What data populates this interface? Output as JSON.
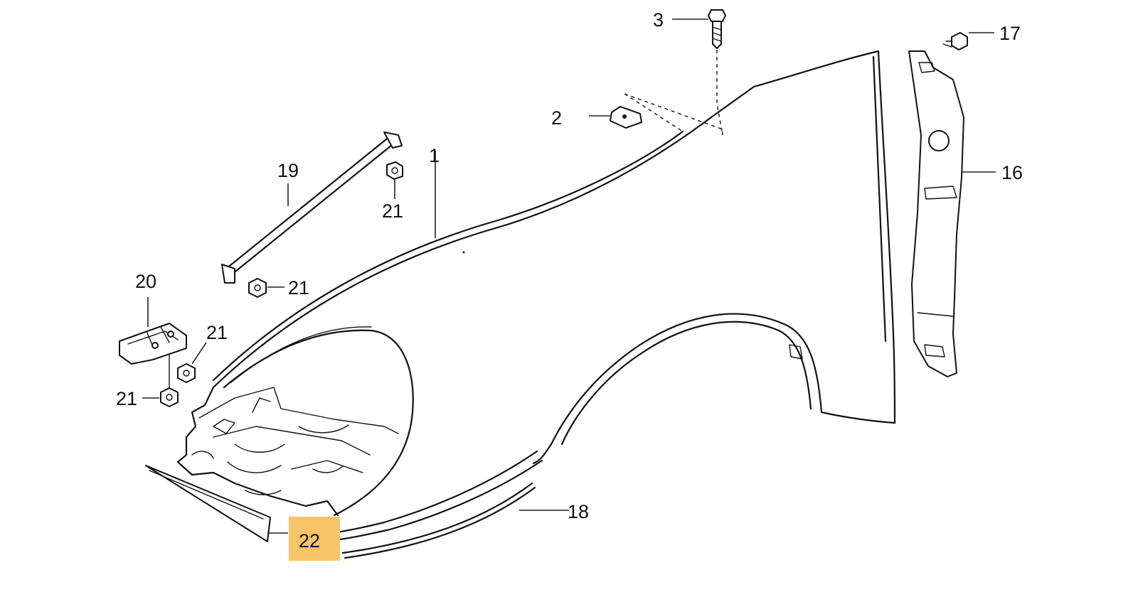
{
  "diagram": {
    "highlight_color": "#f7c46a",
    "line_color": "#111111",
    "callouts": {
      "c1": "1",
      "c2": "2",
      "c3": "3",
      "c16": "16",
      "c17": "17",
      "c18": "18",
      "c19": "19",
      "c20": "20",
      "c21a": "21",
      "c21b": "21",
      "c21c": "21",
      "c21d": "21",
      "c22": "22"
    }
  }
}
